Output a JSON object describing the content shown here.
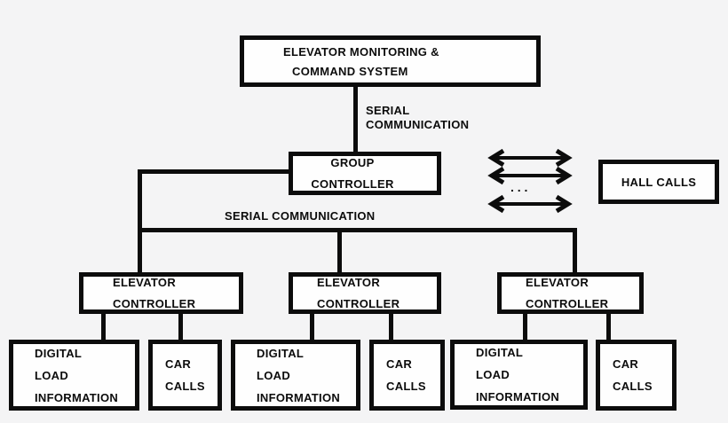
{
  "diagram": {
    "colors": {
      "background": "#f4f4f5",
      "line": "#0c0c0c",
      "box_fill": "#fefefe",
      "text": "#0c0c0c"
    },
    "nodes": {
      "emcs": {
        "line1": "ELEVATOR MONITORING &",
        "line2": "COMMAND SYSTEM"
      },
      "group_controller": {
        "line1": "GROUP",
        "line2": "CONTROLLER"
      },
      "hall_calls": {
        "label": "HALL CALLS"
      },
      "elevator_controllers": [
        {
          "line1": "ELEVATOR",
          "line2": "CONTROLLER"
        },
        {
          "line1": "ELEVATOR",
          "line2": "CONTROLLER"
        },
        {
          "line1": "ELEVATOR",
          "line2": "CONTROLLER"
        }
      ],
      "digital_load": [
        {
          "line1": "DIGITAL",
          "line2": "LOAD",
          "line3": "INFORMATION"
        },
        {
          "line1": "DIGITAL",
          "line2": "LOAD",
          "line3": "INFORMATION"
        },
        {
          "line1": "DIGITAL",
          "line2": "LOAD",
          "line3": "INFORMATION"
        }
      ],
      "car_calls": [
        {
          "line1": "CAR",
          "line2": "CALLS"
        },
        {
          "line1": "CAR",
          "line2": "CALLS"
        },
        {
          "line1": "CAR",
          "line2": "CALLS"
        }
      ]
    },
    "labels": {
      "serial_vertical": {
        "line1": "SERIAL",
        "line2": "COMMUNICATION"
      },
      "serial_bus": "SERIAL COMMUNICATION"
    },
    "hall_arrows": {
      "count": 3,
      "ellipsis": ". . ."
    }
  }
}
